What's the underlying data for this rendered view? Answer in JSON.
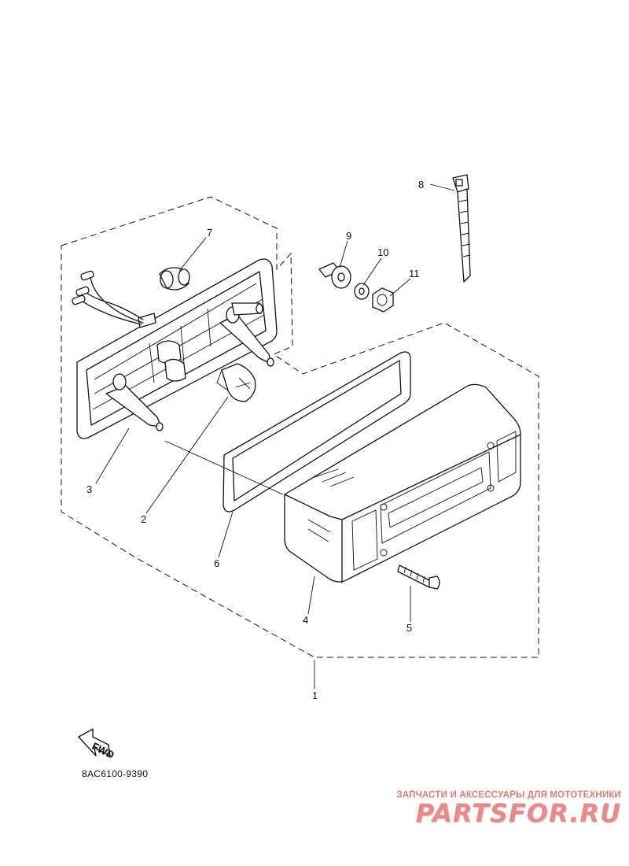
{
  "callouts": [
    {
      "id": "1",
      "label": "1"
    },
    {
      "id": "2",
      "label": "2"
    },
    {
      "id": "3",
      "label": "3"
    },
    {
      "id": "4",
      "label": "4"
    },
    {
      "id": "5",
      "label": "5"
    },
    {
      "id": "6",
      "label": "6"
    },
    {
      "id": "7",
      "label": "7"
    },
    {
      "id": "8",
      "label": "8"
    },
    {
      "id": "9",
      "label": "9"
    },
    {
      "id": "10",
      "label": "10"
    },
    {
      "id": "11",
      "label": "11"
    }
  ],
  "fwd_label": "FWD",
  "part_code": "8AC6100-9390",
  "watermark": {
    "tagline": "ЗАПЧАСТИ И АКСЕССУАРЫ ДЛЯ МОТОТЕХНИКИ",
    "logo_text": "PARTSFOR.RU",
    "color": "#e8898a"
  }
}
